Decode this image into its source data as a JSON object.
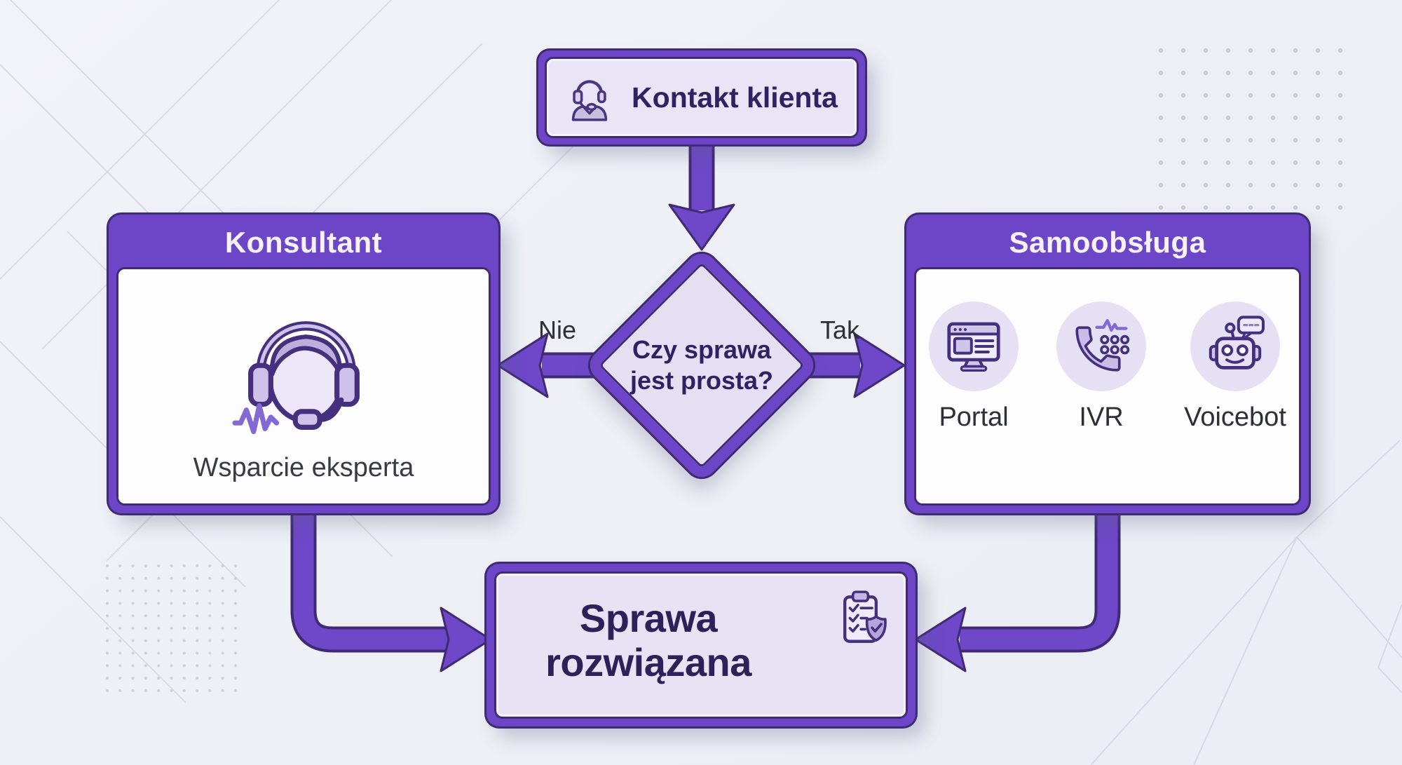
{
  "diagram_type": "flowchart",
  "language": "pl",
  "nodes": {
    "contact": {
      "label": "Kontakt klienta",
      "icon": "support-agent-icon"
    },
    "decision": {
      "line1": "Czy sprawa",
      "line2": "jest prosta?",
      "full": "Czy sprawa jest prosta?"
    },
    "consultant": {
      "title": "Konsultant",
      "caption": "Wsparcie eksperta",
      "icon": "consultant-headset-icon"
    },
    "selfservice": {
      "title": "Samoobsługa",
      "options": [
        {
          "label": "Portal",
          "icon": "portal-icon"
        },
        {
          "label": "IVR",
          "icon": "ivr-phone-icon"
        },
        {
          "label": "Voicebot",
          "icon": "voicebot-icon"
        }
      ]
    },
    "resolved": {
      "line1": "Sprawa",
      "line2": "rozwiązana",
      "full": "Sprawa rozwiązana",
      "icon": "checklist-shield-icon"
    }
  },
  "edges": {
    "no_label": "Nie",
    "yes_label": "Tak",
    "connections": [
      "contact -> decision",
      "decision -Nie-> consultant",
      "decision -Tak-> selfservice",
      "consultant -> resolved",
      "selfservice -> resolved"
    ]
  },
  "colors": {
    "purple": "#6c46c6",
    "outline_dark": "#3f2a73",
    "node_fill_lavender": "#e9e4f6",
    "diamond_fill": "#e5dff3",
    "resolved_fill": "#e9e2f4",
    "panel_fill_white": "#fdfdfd",
    "header_text": "#f5f2fc",
    "title_text": "#2d2363",
    "caption_text": "#3a3a46",
    "background": "#edeff5",
    "icon_stroke": "#44307c",
    "icon_fill_mid": "#cfc2ea",
    "wave_accent": "#8468d4",
    "bg_pattern_gray": "#d4d7e2"
  }
}
